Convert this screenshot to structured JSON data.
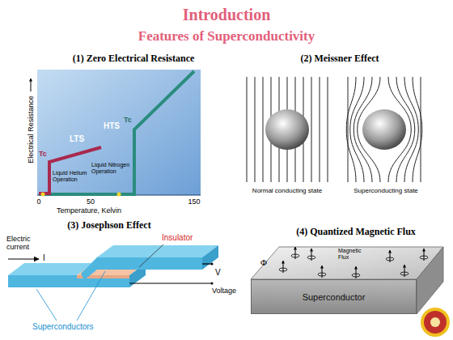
{
  "diagram": {
    "title": "Introduction",
    "nodes": [
      {
        "text": [
          "Superconductor"
        ]
      }
    ],
    "labels": [
      "Features of Superconductivity",
      "(1) Zero Electrical Resistance",
      "Electrical Resistance",
      "Tc",
      "LTS",
      "Tc",
      "HTS",
      "Liquid Helium Operation",
      "Liquid Nitrogen Operation",
      "0",
      "50",
      "150",
      "Temperature, Kelvin",
      "(2) Meissner Effect",
      "Normal conducting state",
      "Superconducting state",
      "(3) Josephson Effect",
      "Electric current",
      "I",
      "Insulator",
      "V",
      "Voltage",
      "Superconductors",
      "(4) Quantized Magnetic Flux",
      "Magnetic Flux",
      "Φ"
    ]
  }
}
